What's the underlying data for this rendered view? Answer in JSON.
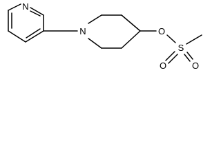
{
  "molecule": {
    "atoms": {
      "pyridine_n": "N",
      "piperidine_n": "N",
      "ester_o": "O",
      "sulfur": "S",
      "sulfonyl_o1": "O",
      "sulfonyl_o2": "O"
    }
  }
}
